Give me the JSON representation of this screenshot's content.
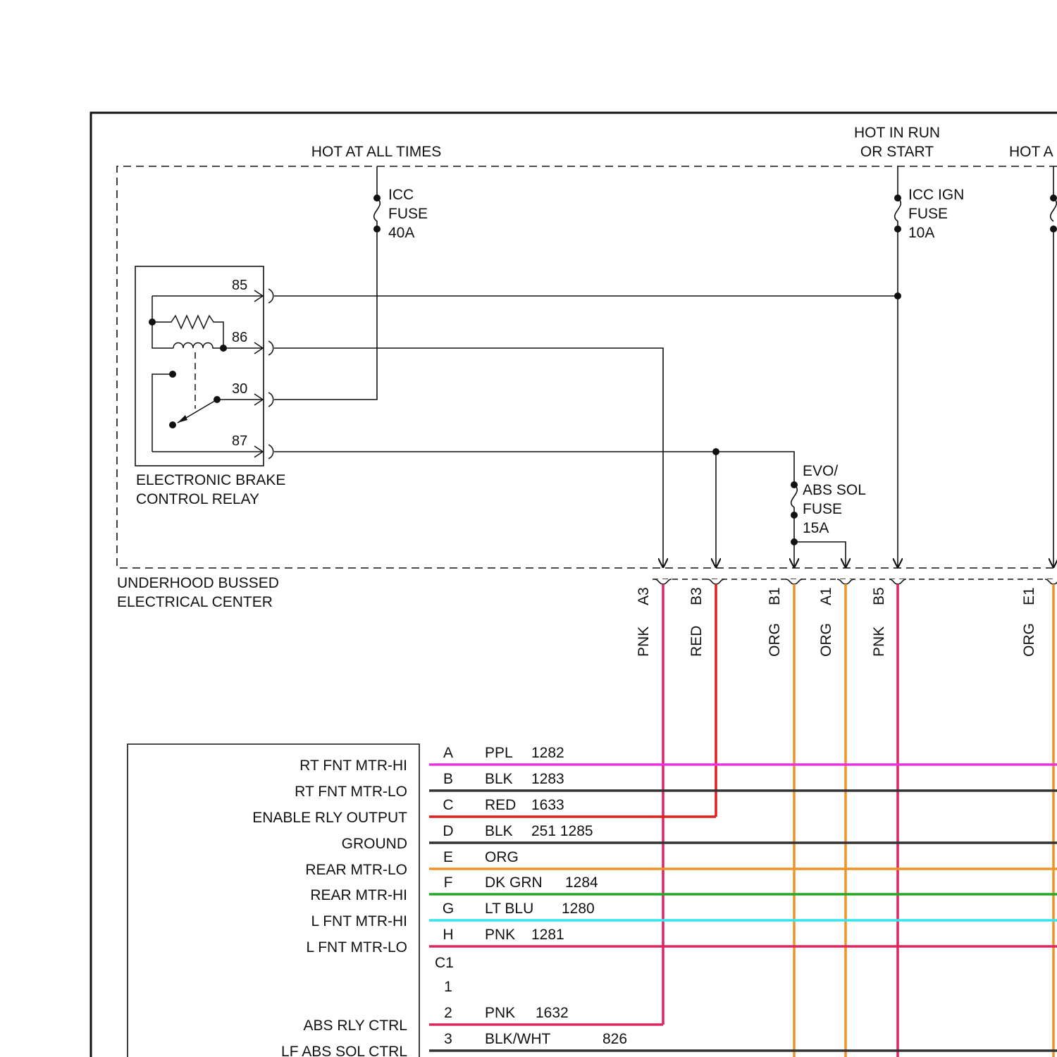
{
  "supply": {
    "hot_at_all_times": "HOT AT ALL TIMES",
    "hot_in_run_line1": "HOT IN RUN",
    "hot_in_run_line2": "OR START",
    "hot_a_partial": "HOT A"
  },
  "fuses": {
    "icc": [
      "ICC",
      "FUSE",
      "40A"
    ],
    "icc_ign": [
      "ICC IGN",
      "FUSE",
      "10A"
    ],
    "evo_abs": [
      "EVO/",
      "ABS SOL",
      "FUSE",
      "15A"
    ]
  },
  "relay": {
    "terminals": [
      "85",
      "86",
      "30",
      "87"
    ],
    "name_line1": "ELECTRONIC BRAKE",
    "name_line2": "CONTROL RELAY"
  },
  "center": {
    "name_line1": "UNDERHOOD BUSSED",
    "name_line2": "ELECTRICAL CENTER"
  },
  "outputs": [
    {
      "pin": "A3",
      "color_name": "PNK",
      "color": "#e0245e"
    },
    {
      "pin": "B3",
      "color_name": "RED",
      "color": "#e0201c"
    },
    {
      "pin": "B1",
      "color_name": "ORG",
      "color": "#f0922a"
    },
    {
      "pin": "A1",
      "color_name": "ORG",
      "color": "#f0922a"
    },
    {
      "pin": "B5",
      "color_name": "PNK",
      "color": "#e0245e"
    },
    {
      "pin": "E1",
      "color_name": "ORG",
      "color": "#f0922a"
    }
  ],
  "module": {
    "connector_label": "C1",
    "rows": [
      {
        "pin": "A",
        "wire_color": "PPL",
        "circuit": "1282",
        "function": "RT FNT MTR-HI",
        "color": "#ee30e0"
      },
      {
        "pin": "B",
        "wire_color": "BLK",
        "circuit": "1283",
        "function": "RT FNT MTR-LO",
        "color": "#333333"
      },
      {
        "pin": "C",
        "wire_color": "RED",
        "circuit": "1633",
        "function": "ENABLE RLY OUTPUT",
        "color": "#e0201c"
      },
      {
        "pin": "D",
        "wire_color": "BLK",
        "circuit": "251 1285",
        "function": "GROUND",
        "color": "#333333"
      },
      {
        "pin": "E",
        "wire_color": "ORG",
        "circuit": "",
        "function": "REAR MTR-LO",
        "color": "#f0922a"
      },
      {
        "pin": "F",
        "wire_color": "DK GRN",
        "circuit": "1284",
        "function": "REAR MTR-HI",
        "color": "#22aa22"
      },
      {
        "pin": "G",
        "wire_color": "LT BLU",
        "circuit": "1280",
        "function": "L FNT MTR-HI",
        "color": "#33e6ee"
      },
      {
        "pin": "H",
        "wire_color": "PNK",
        "circuit": "1281",
        "function": "L FNT MTR-LO",
        "color": "#e0245e"
      },
      {
        "pin": "1",
        "wire_color": "",
        "circuit": "",
        "function": "",
        "color": ""
      },
      {
        "pin": "2",
        "wire_color": "PNK",
        "circuit": "1632",
        "function": "ABS RLY CTRL",
        "color": "#e0245e"
      },
      {
        "pin": "3",
        "wire_color": "BLK/WHT",
        "circuit": "826",
        "function": "LF ABS SOL CTRL",
        "color": "#333333"
      }
    ]
  }
}
